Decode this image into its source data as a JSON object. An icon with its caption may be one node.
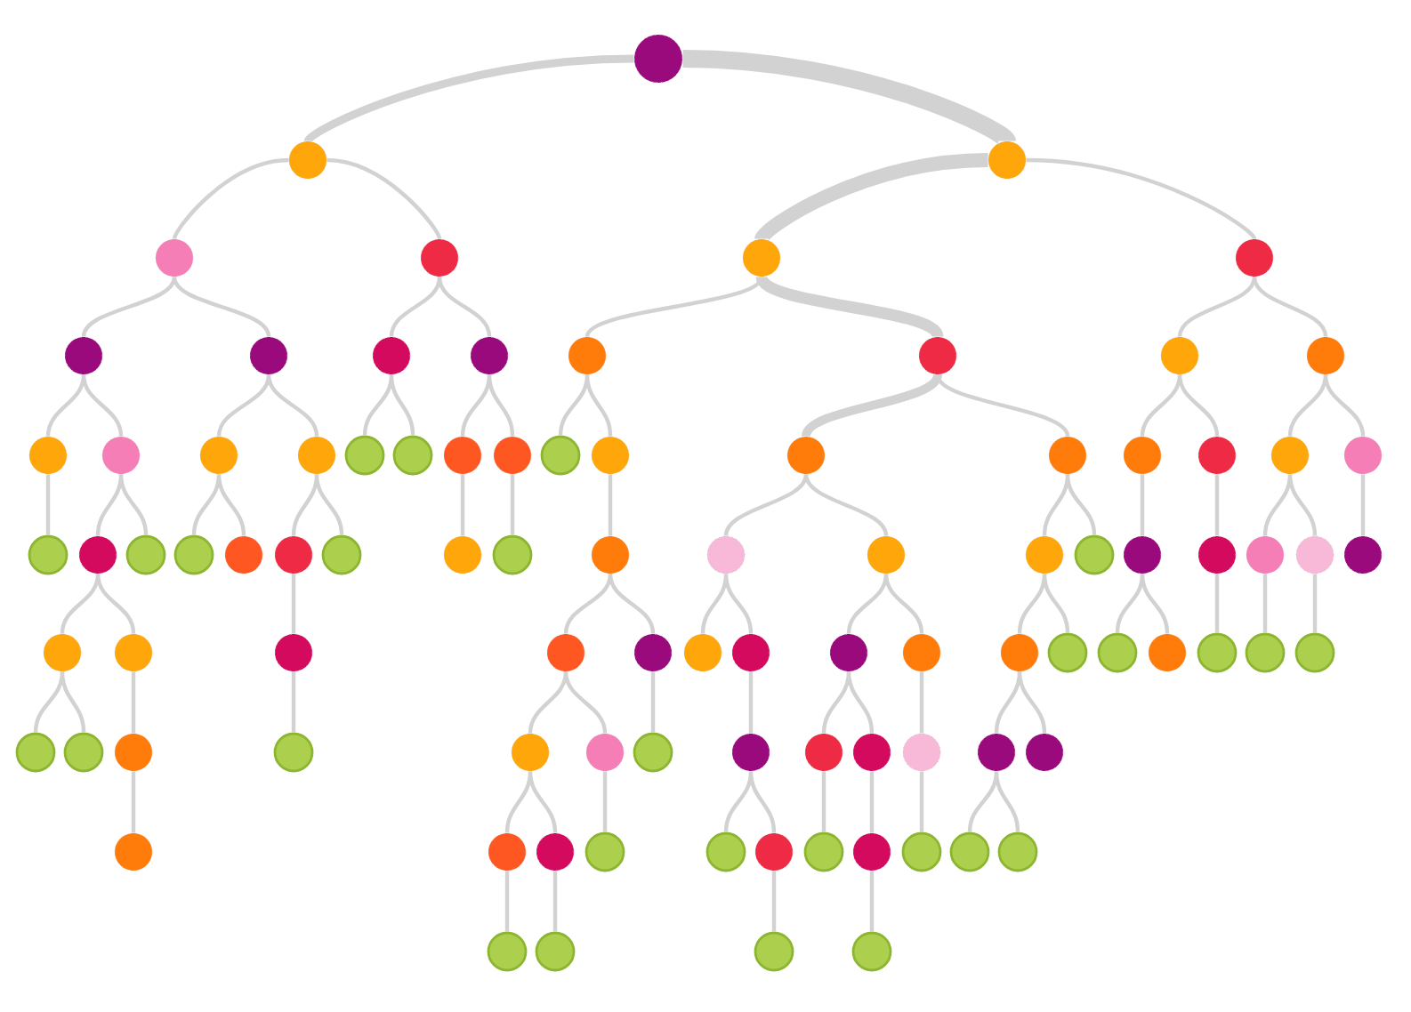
{
  "diagram": {
    "nodes": [
      {
        "text": [],
        "shape": "circle"
      },
      {
        "text": [],
        "shape": "circle"
      },
      {
        "text": [],
        "shape": "circle"
      },
      {
        "text": [],
        "shape": "circle"
      },
      {
        "text": [],
        "shape": "circle"
      },
      {
        "text": [],
        "shape": "circle"
      },
      {
        "text": [],
        "shape": "circle"
      },
      {
        "text": [],
        "shape": "circle"
      },
      {
        "text": [],
        "shape": "circle"
      },
      {
        "text": [],
        "shape": "circle"
      },
      {
        "text": [],
        "shape": "circle"
      },
      {
        "text": [],
        "shape": "circle"
      },
      {
        "text": [],
        "shape": "circle"
      },
      {
        "text": [],
        "shape": "circle"
      },
      {
        "text": [],
        "shape": "circle"
      },
      {
        "text": [],
        "shape": "circle"
      },
      {
        "text": [],
        "shape": "circle"
      },
      {
        "text": [],
        "shape": "circle"
      },
      {
        "text": [],
        "shape": "circle"
      },
      {
        "text": [],
        "shape": "circle"
      },
      {
        "text": [],
        "shape": "circle"
      },
      {
        "text": [],
        "shape": "circle"
      },
      {
        "text": [],
        "shape": "circle"
      },
      {
        "text": [],
        "shape": "circle"
      },
      {
        "text": [],
        "shape": "circle"
      },
      {
        "text": [],
        "shape": "circle"
      },
      {
        "text": [],
        "shape": "circle"
      },
      {
        "text": [],
        "shape": "circle"
      },
      {
        "text": [],
        "shape": "circle"
      },
      {
        "text": [],
        "shape": "circle"
      },
      {
        "text": [],
        "shape": "circle"
      },
      {
        "text": [],
        "shape": "circle"
      },
      {
        "text": [],
        "shape": "circle"
      },
      {
        "text": [],
        "shape": "circle"
      },
      {
        "text": [],
        "shape": "circle"
      },
      {
        "text": [],
        "shape": "circle"
      },
      {
        "text": [],
        "shape": "circle"
      },
      {
        "text": [],
        "shape": "circle"
      },
      {
        "text": [],
        "shape": "circle"
      },
      {
        "text": [],
        "shape": "circle"
      },
      {
        "text": [],
        "shape": "circle"
      },
      {
        "text": [],
        "shape": "circle"
      },
      {
        "text": [],
        "shape": "circle"
      },
      {
        "text": [],
        "shape": "circle"
      },
      {
        "text": [],
        "shape": "circle"
      },
      {
        "text": [],
        "shape": "circle"
      },
      {
        "text": [],
        "shape": "circle"
      },
      {
        "text": [],
        "shape": "circle"
      },
      {
        "text": [],
        "shape": "circle"
      },
      {
        "text": [],
        "shape": "circle"
      },
      {
        "text": [],
        "shape": "circle"
      },
      {
        "text": [],
        "shape": "circle"
      },
      {
        "text": [],
        "shape": "circle"
      },
      {
        "text": [],
        "shape": "circle"
      },
      {
        "text": [],
        "shape": "circle"
      },
      {
        "text": [],
        "shape": "circle"
      },
      {
        "text": [],
        "shape": "circle"
      },
      {
        "text": [],
        "shape": "circle"
      },
      {
        "text": [],
        "shape": "circle"
      },
      {
        "text": [],
        "shape": "circle"
      },
      {
        "text": [],
        "shape": "circle"
      },
      {
        "text": [],
        "shape": "circle"
      },
      {
        "text": [],
        "shape": "circle"
      },
      {
        "text": [],
        "shape": "circle"
      },
      {
        "text": [],
        "shape": "circle"
      },
      {
        "text": [],
        "shape": "circle"
      },
      {
        "text": [],
        "shape": "circle"
      },
      {
        "text": [],
        "shape": "circle"
      },
      {
        "text": [],
        "shape": "circle"
      },
      {
        "text": [],
        "shape": "circle"
      },
      {
        "text": [],
        "shape": "circle"
      },
      {
        "text": [],
        "shape": "circle"
      },
      {
        "text": [],
        "shape": "circle"
      },
      {
        "text": [],
        "shape": "circle"
      },
      {
        "text": [],
        "shape": "circle"
      },
      {
        "text": [],
        "shape": "circle"
      },
      {
        "text": [],
        "shape": "circle"
      },
      {
        "text": [],
        "shape": "circle"
      },
      {
        "text": [],
        "shape": "circle"
      },
      {
        "text": [],
        "shape": "circle"
      },
      {
        "text": [],
        "shape": "circle"
      },
      {
        "text": [],
        "shape": "circle"
      },
      {
        "text": [],
        "shape": "circle"
      },
      {
        "text": [],
        "shape": "circle"
      },
      {
        "text": [],
        "shape": "circle"
      },
      {
        "text": [],
        "shape": "circle"
      },
      {
        "text": [],
        "shape": "circle"
      },
      {
        "text": [],
        "shape": "circle"
      },
      {
        "text": [],
        "shape": "circle"
      },
      {
        "text": [],
        "shape": "circle"
      },
      {
        "text": [],
        "shape": "circle"
      },
      {
        "text": [],
        "shape": "circle"
      },
      {
        "text": [],
        "shape": "circle"
      },
      {
        "text": [],
        "shape": "circle"
      }
    ],
    "edges": [
      {
        "from": 0,
        "to": 1,
        "arrow": "none",
        "style": "thick"
      },
      {
        "from": 0,
        "to": 2,
        "arrow": "none",
        "style": "thick"
      },
      {
        "from": 1,
        "to": 3,
        "arrow": "none"
      },
      {
        "from": 1,
        "to": 4,
        "arrow": "none"
      },
      {
        "from": 2,
        "to": 5,
        "arrow": "none",
        "style": "thick"
      },
      {
        "from": 2,
        "to": 6,
        "arrow": "none"
      },
      {
        "from": 3,
        "to": 7,
        "arrow": "none"
      },
      {
        "from": 3,
        "to": 8,
        "arrow": "none"
      },
      {
        "from": 4,
        "to": 9,
        "arrow": "none"
      },
      {
        "from": 4,
        "to": 10,
        "arrow": "none"
      },
      {
        "from": 5,
        "to": 11,
        "arrow": "none"
      },
      {
        "from": 5,
        "to": 12,
        "arrow": "none",
        "style": "thick"
      },
      {
        "from": 6,
        "to": 13,
        "arrow": "none"
      },
      {
        "from": 6,
        "to": 14,
        "arrow": "none"
      },
      {
        "from": 7,
        "to": 15,
        "arrow": "none"
      },
      {
        "from": 7,
        "to": 16,
        "arrow": "none"
      },
      {
        "from": 8,
        "to": 17,
        "arrow": "none"
      },
      {
        "from": 8,
        "to": 18,
        "arrow": "none"
      },
      {
        "from": 9,
        "to": 19,
        "arrow": "none"
      },
      {
        "from": 9,
        "to": 20,
        "arrow": "none"
      },
      {
        "from": 10,
        "to": 21,
        "arrow": "none"
      },
      {
        "from": 10,
        "to": 22,
        "arrow": "none"
      },
      {
        "from": 11,
        "to": 23,
        "arrow": "none"
      },
      {
        "from": 11,
        "to": 24,
        "arrow": "none"
      },
      {
        "from": 12,
        "to": 25,
        "arrow": "none",
        "style": "thick"
      },
      {
        "from": 12,
        "to": 26,
        "arrow": "none"
      },
      {
        "from": 13,
        "to": 27,
        "arrow": "none"
      },
      {
        "from": 13,
        "to": 28,
        "arrow": "none"
      },
      {
        "from": 14,
        "to": 29,
        "arrow": "none"
      },
      {
        "from": 14,
        "to": 30,
        "arrow": "none"
      },
      {
        "from": 15,
        "to": 31,
        "arrow": "none"
      },
      {
        "from": 16,
        "to": 32,
        "arrow": "none"
      },
      {
        "from": 16,
        "to": 33,
        "arrow": "none"
      },
      {
        "from": 17,
        "to": 34,
        "arrow": "none"
      },
      {
        "from": 17,
        "to": 35,
        "arrow": "none"
      },
      {
        "from": 18,
        "to": 36,
        "arrow": "none"
      },
      {
        "from": 18,
        "to": 37,
        "arrow": "none"
      },
      {
        "from": 21,
        "to": 38,
        "arrow": "none"
      },
      {
        "from": 22,
        "to": 39,
        "arrow": "none"
      },
      {
        "from": 24,
        "to": 40,
        "arrow": "none"
      },
      {
        "from": 25,
        "to": 41,
        "arrow": "none"
      },
      {
        "from": 25,
        "to": 42,
        "arrow": "none"
      },
      {
        "from": 26,
        "to": 43,
        "arrow": "none"
      },
      {
        "from": 26,
        "to": 44,
        "arrow": "none"
      },
      {
        "from": 27,
        "to": 45,
        "arrow": "none"
      },
      {
        "from": 28,
        "to": 46,
        "arrow": "none"
      },
      {
        "from": 29,
        "to": 47,
        "arrow": "none"
      },
      {
        "from": 29,
        "to": 48,
        "arrow": "none"
      },
      {
        "from": 30,
        "to": 49,
        "arrow": "none"
      },
      {
        "from": 32,
        "to": 50,
        "arrow": "none"
      },
      {
        "from": 32,
        "to": 51,
        "arrow": "none"
      },
      {
        "from": 36,
        "to": 52,
        "arrow": "none"
      },
      {
        "from": 40,
        "to": 53,
        "arrow": "none"
      },
      {
        "from": 40,
        "to": 54,
        "arrow": "none"
      },
      {
        "from": 41,
        "to": 55,
        "arrow": "none"
      },
      {
        "from": 41,
        "to": 56,
        "arrow": "none"
      },
      {
        "from": 42,
        "to": 57,
        "arrow": "none"
      },
      {
        "from": 42,
        "to": 58,
        "arrow": "none"
      },
      {
        "from": 43,
        "to": 59,
        "arrow": "none"
      },
      {
        "from": 43,
        "to": 60,
        "arrow": "none"
      },
      {
        "from": 45,
        "to": 61,
        "arrow": "none"
      },
      {
        "from": 45,
        "to": 62,
        "arrow": "none"
      },
      {
        "from": 46,
        "to": 63,
        "arrow": "none"
      },
      {
        "from": 47,
        "to": 64,
        "arrow": "none"
      },
      {
        "from": 48,
        "to": 65,
        "arrow": "none"
      },
      {
        "from": 50,
        "to": 66,
        "arrow": "none"
      },
      {
        "from": 50,
        "to": 67,
        "arrow": "none"
      },
      {
        "from": 51,
        "to": 68,
        "arrow": "none"
      },
      {
        "from": 52,
        "to": 69,
        "arrow": "none"
      },
      {
        "from": 53,
        "to": 70,
        "arrow": "none"
      },
      {
        "from": 53,
        "to": 71,
        "arrow": "none"
      },
      {
        "from": 54,
        "to": 72,
        "arrow": "none"
      },
      {
        "from": 56,
        "to": 73,
        "arrow": "none"
      },
      {
        "from": 57,
        "to": 74,
        "arrow": "none"
      },
      {
        "from": 57,
        "to": 75,
        "arrow": "none"
      },
      {
        "from": 58,
        "to": 76,
        "arrow": "none"
      },
      {
        "from": 59,
        "to": 77,
        "arrow": "none"
      },
      {
        "from": 59,
        "to": 78,
        "arrow": "none"
      },
      {
        "from": 68,
        "to": 79,
        "arrow": "none"
      },
      {
        "from": 70,
        "to": 80,
        "arrow": "none"
      },
      {
        "from": 70,
        "to": 81,
        "arrow": "none"
      },
      {
        "from": 71,
        "to": 82,
        "arrow": "none"
      },
      {
        "from": 73,
        "to": 83,
        "arrow": "none"
      },
      {
        "from": 73,
        "to": 84,
        "arrow": "none"
      },
      {
        "from": 74,
        "to": 85,
        "arrow": "none"
      },
      {
        "from": 75,
        "to": 86,
        "arrow": "none"
      },
      {
        "from": 76,
        "to": 87,
        "arrow": "none"
      },
      {
        "from": 77,
        "to": 88,
        "arrow": "none"
      },
      {
        "from": 77,
        "to": 89,
        "arrow": "none"
      },
      {
        "from": 80,
        "to": 90,
        "arrow": "none"
      },
      {
        "from": 81,
        "to": 91,
        "arrow": "none"
      },
      {
        "from": 84,
        "to": 92,
        "arrow": "none"
      },
      {
        "from": 86,
        "to": 93,
        "arrow": "none"
      }
    ]
  }
}
